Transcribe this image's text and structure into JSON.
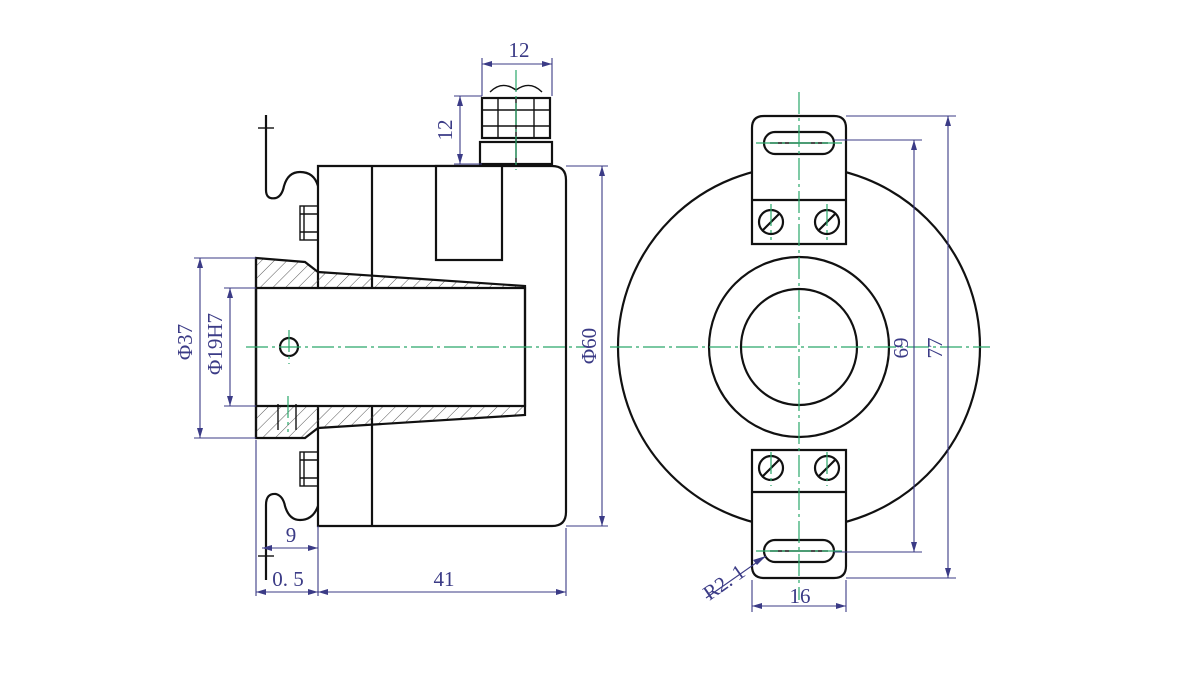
{
  "dimensions": {
    "cable_gland_width": "12",
    "cable_gland_height": "12",
    "flange_diameter": "Φ37",
    "shaft_bore_diameter": "Φ19H7",
    "body_diameter": "Φ60",
    "flange_offset": "9",
    "flange_gap": "0. 5",
    "body_length": "41",
    "slot_spacing_inner": "69",
    "slot_spacing_outer": "77",
    "slot_radius": "R2. 1",
    "tab_width": "16"
  },
  "colors": {
    "outline": "#111111",
    "dimension": "#3b3b86",
    "centerline": "#2aa86a"
  }
}
